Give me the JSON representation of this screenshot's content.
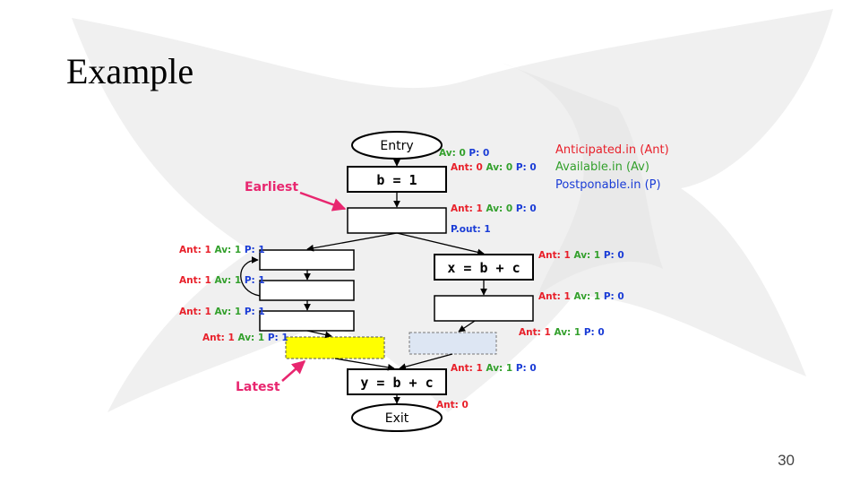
{
  "title": "Example",
  "slide_number": "30",
  "legend": {
    "anticipated": "Anticipated.in (Ant)",
    "available": "Available.in (Av)",
    "postponable": "Postponable.in (P)"
  },
  "labels": {
    "earliest": "Earliest",
    "latest": "Latest"
  },
  "nodes": {
    "entry": "Entry",
    "exit": "Exit",
    "b_assign": "b = 1",
    "x_assign": "x = b + c",
    "y_assign": "y = b + c"
  },
  "annotations": {
    "a1": {
      "av": "Av: 0",
      "p": "P: 0"
    },
    "a2": {
      "ant": "Ant: 0",
      "av": "Av: 0",
      "p": "P: 0"
    },
    "a3": {
      "ant": "Ant: 1",
      "av": "Av: 0",
      "p": "P: 0"
    },
    "a3b": {
      "p": "P.out: 1"
    },
    "l1": {
      "ant": "Ant: 1",
      "av": "Av: 1",
      "p": "P: 1"
    },
    "l2": {
      "ant": "Ant: 1",
      "av": "Av: 1",
      "p": "P: 1"
    },
    "l3": {
      "ant": "Ant: 1",
      "av": "Av: 1",
      "p": "P: 1"
    },
    "l4": {
      "ant": "Ant: 1",
      "av": "Av: 1",
      "p": "P: 1"
    },
    "r1": {
      "ant": "Ant: 1",
      "av": "Av: 1",
      "p": "P: 0"
    },
    "r2": {
      "ant": "Ant: 1",
      "av": "Av: 1",
      "p": "P: 0"
    },
    "r3": {
      "ant": "Ant: 1",
      "av": "Av: 1",
      "p": "P: 0"
    },
    "m1": {
      "ant": "Ant: 1",
      "av": "Av: 1",
      "p": "P: 0"
    },
    "m2": {
      "ant": "Ant: 0"
    }
  },
  "colors": {
    "ant": "#e8202a",
    "av": "#33a02c",
    "p": "#1a3cd6",
    "pointer": "#e8266f",
    "latest_fill": "#ffff00",
    "light_box_fill": "#dde6f3"
  }
}
